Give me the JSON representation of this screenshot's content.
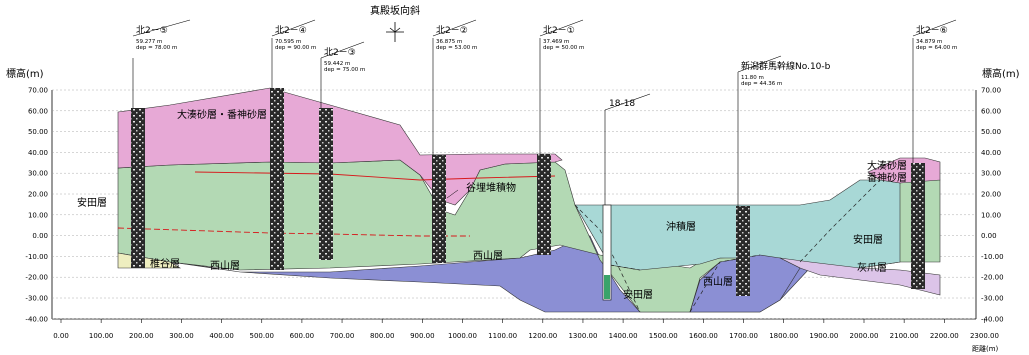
{
  "title_annotation": "真殿坂向斜",
  "axis": {
    "ylabel": "標高(m)",
    "xlabel": "距離(m)",
    "yticks": [
      "70.00",
      "60.00",
      "50.00",
      "40.00",
      "30.00",
      "20.00",
      "10.00",
      "0.00",
      "-10.00",
      "-20.00",
      "-30.00",
      "-40.00"
    ],
    "xticks": [
      "0.00",
      "100.00",
      "200.00",
      "300.00",
      "400.00",
      "500.00",
      "600.00",
      "700.00",
      "800.00",
      "900.00",
      "1000.00",
      "1100.00",
      "1200.00",
      "1300.00",
      "1400.00",
      "1500.00",
      "1600.00",
      "1700.00",
      "1800.00",
      "1900.00",
      "2000.00",
      "2100.00",
      "2200.00",
      "2300.00"
    ]
  },
  "layers": {
    "osu": "大湊砂層・番神砂層",
    "yasuda_left": "安田層",
    "taniume": "谷埋堆積物",
    "shiiya": "椎谷層",
    "nishiyama1": "西山層",
    "nishiyama2": "西山層",
    "nishiyama3": "西山層",
    "chuseki": "沖積層",
    "yasuda_mid": "安田層",
    "yasuda_right": "安田層",
    "osu_r1": "大湊砂層",
    "osu_r2": "番神砂層",
    "haizume": "灰爪層"
  },
  "boreholes": [
    {
      "name": "北2－⑤",
      "elev": "59.277 m",
      "dep": "dep = 78.00 m"
    },
    {
      "name": "北2－④",
      "elev": "70.595 m",
      "dep": "dep = 90.00 m"
    },
    {
      "name": "北2－③",
      "elev": "59.442 m",
      "dep": "dep = 75.00 m"
    },
    {
      "name": "北2－②",
      "elev": "36.875 m",
      "dep": "dep = 53.00 m"
    },
    {
      "name": "北2－①",
      "elev": "37.469 m",
      "dep": "dep = 50.00 m"
    },
    {
      "name": "18-18",
      "elev": "",
      "dep": ""
    },
    {
      "name": "新潟群馬幹線No.10-b",
      "elev": "11.80 m",
      "dep": "dep = 44.36 m"
    },
    {
      "name": "北2－⑥",
      "elev": "34.879 m",
      "dep": "dep = 64.00 m"
    }
  ]
}
